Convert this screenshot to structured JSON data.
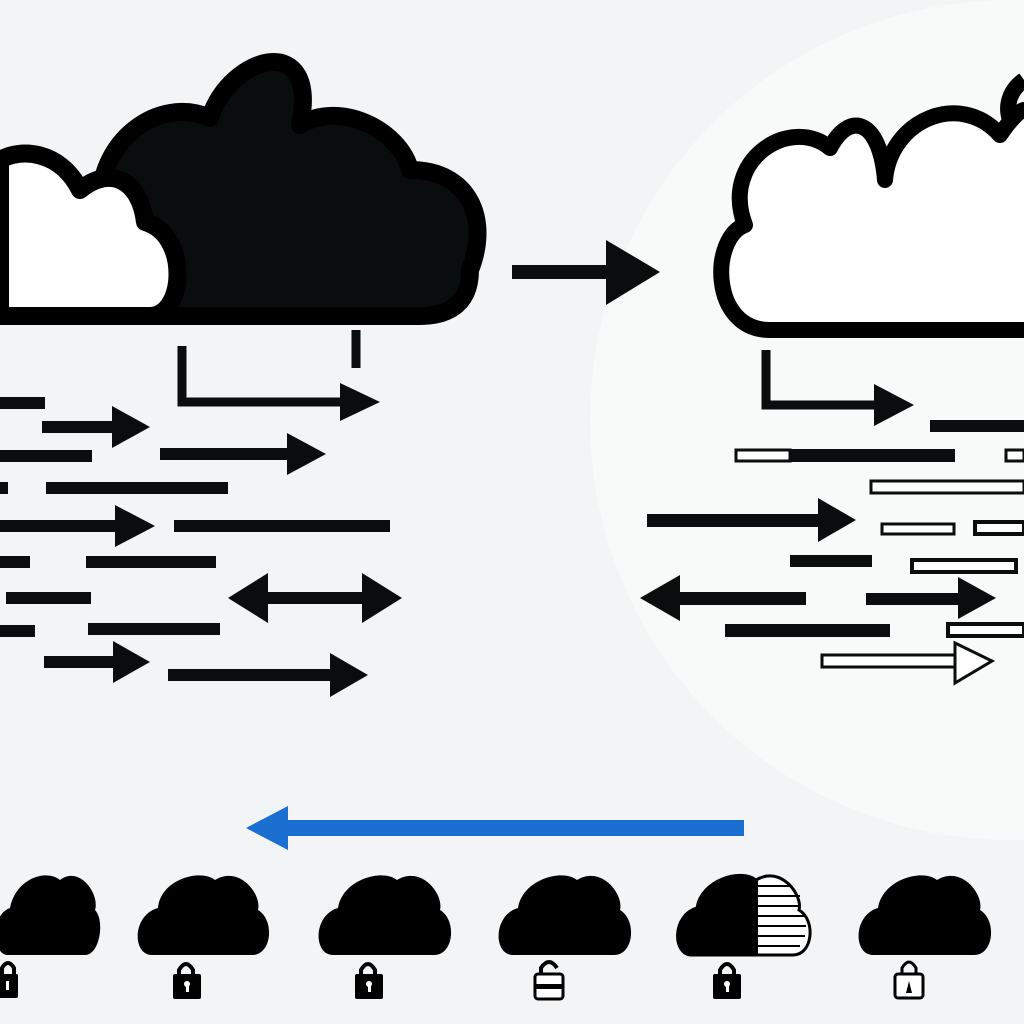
{
  "colors": {
    "background": "#f3f4f5",
    "panel": "#f8f9f9",
    "ink": "#0a0d0d",
    "outline": "#000000",
    "accent_blue": "#1a6fd0",
    "white": "#ffffff"
  },
  "left_panel": {
    "clouds": [
      {
        "icon": "cloud-outline-icon",
        "style": "outline"
      },
      {
        "icon": "cloud-filled-icon",
        "style": "filled"
      }
    ],
    "connector": "elbow-arrow"
  },
  "right_panel": {
    "clouds": [
      {
        "icon": "cloud-outline-icon",
        "style": "outline"
      }
    ],
    "connector": "elbow-arrow"
  },
  "transfer_arrow": {
    "icon": "arrow-right-icon",
    "direction": "right"
  },
  "return_arrow": {
    "icon": "arrow-left-icon",
    "direction": "left",
    "color": "#1a6fd0"
  },
  "bottom_row": [
    {
      "cloud": "cloud-filled-icon",
      "lock": "padlock-closed-icon"
    },
    {
      "cloud": "cloud-filled-icon",
      "lock": "padlock-closed-icon"
    },
    {
      "cloud": "cloud-filled-icon",
      "lock": "padlock-closed-icon"
    },
    {
      "cloud": "cloud-filled-icon",
      "lock": "padlock-open-icon"
    },
    {
      "cloud": "cloud-half-hatched-icon",
      "lock": "padlock-closed-icon"
    },
    {
      "cloud": "cloud-filled-icon",
      "lock": "padlock-outline-icon"
    }
  ]
}
